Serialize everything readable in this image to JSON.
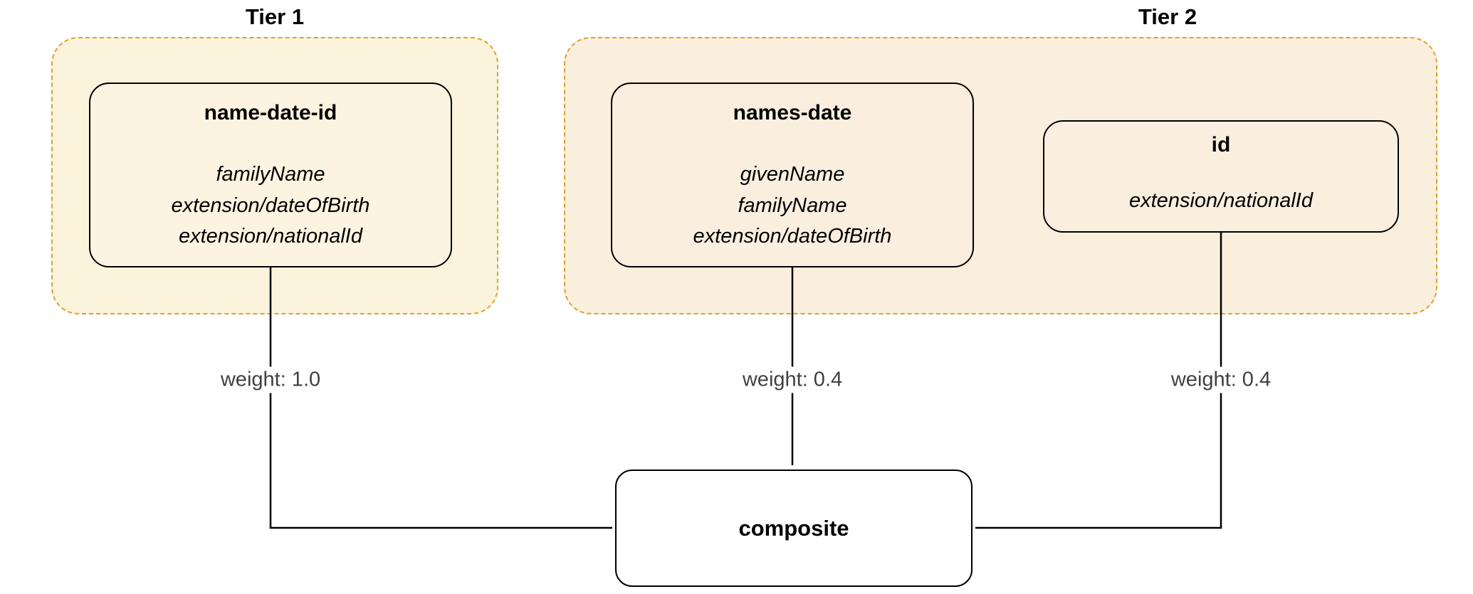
{
  "diagram": {
    "tiers": [
      {
        "label": "Tier 1",
        "nodes": [
          {
            "title": "name-date-id",
            "fields": [
              "familyName",
              "extension/dateOfBirth",
              "extension/nationalId"
            ]
          }
        ]
      },
      {
        "label": "Tier 2",
        "nodes": [
          {
            "title": "names-date",
            "fields": [
              "givenName",
              "familyName",
              "extension/dateOfBirth"
            ]
          },
          {
            "title": "id",
            "fields": [
              "extension/nationalId"
            ]
          }
        ]
      }
    ],
    "composite": {
      "label": "composite"
    },
    "edges": [
      {
        "from": "name-date-id",
        "to": "composite",
        "label": "weight: 1.0"
      },
      {
        "from": "names-date",
        "to": "composite",
        "label": "weight: 0.4"
      },
      {
        "from": "id",
        "to": "composite",
        "label": "weight: 0.4"
      }
    ],
    "colors": {
      "tier1_fill": "#FBF3DC",
      "tier2_fill": "#FAEEDC",
      "tier_border": "#DCA42C",
      "node1_fill": "#FCF4E0",
      "node2_fill": "#FAEFDF",
      "node_border": "#000000",
      "edge_line": "#000000",
      "edge_label_text": "#404040"
    }
  }
}
